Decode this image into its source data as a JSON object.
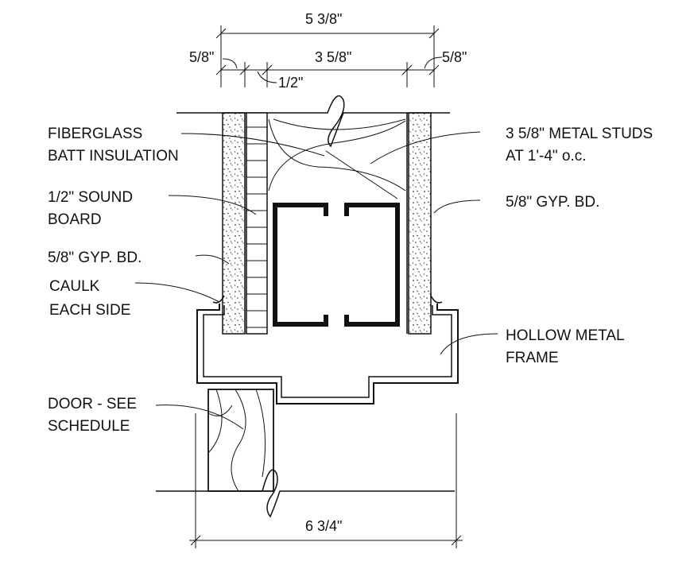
{
  "dimensions": {
    "overall_wall": "5 3/8\"",
    "left_gyp": "5/8\"",
    "stud_depth": "3 5/8\"",
    "right_gyp": "5/8\"",
    "sound_board": "1/2\"",
    "frame_depth": "6 3/4\""
  },
  "labels": {
    "insulation_line1": "FIBERGLASS",
    "insulation_line2": "BATT INSULATION",
    "sound_board_line1": "1/2\" SOUND",
    "sound_board_line2": "BOARD",
    "left_gyp": "5/8\" GYP. BD.",
    "caulk_line1": "CAULK",
    "caulk_line2": "EACH SIDE",
    "door_line1": "DOOR - SEE",
    "door_line2": "SCHEDULE",
    "studs_line1": "3 5/8\" METAL STUDS",
    "studs_line2": "AT 1'-4\" o.c.",
    "right_gyp": "5/8\" GYP. BD.",
    "frame_line1": "HOLLOW METAL",
    "frame_line2": "FRAME"
  }
}
